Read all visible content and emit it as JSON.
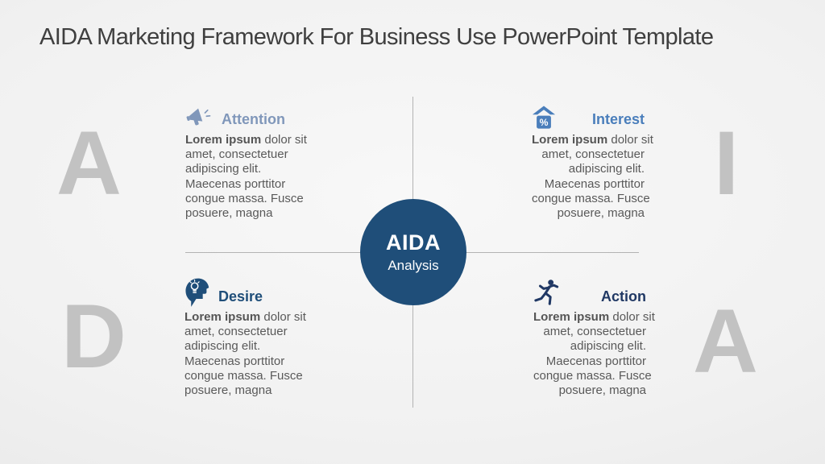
{
  "title": "AIDA Marketing Framework For Business Use PowerPoint Template",
  "background_letters": [
    {
      "letter": "A",
      "position": "top-left"
    },
    {
      "letter": "I",
      "position": "top-right"
    },
    {
      "letter": "D",
      "position": "bottom-left"
    },
    {
      "letter": "A",
      "position": "bottom-right"
    }
  ],
  "center": {
    "title": "AIDA",
    "subtitle": "Analysis"
  },
  "quadrants": [
    {
      "id": "attention",
      "label": "Attention",
      "icon": "megaphone-icon",
      "accent_color": "#8097BA",
      "body": {
        "lead_bold": "Lorem ipsum",
        "line1_rest": " dolor sit",
        "lines": [
          "amet, consectetuer",
          "adipiscing elit.",
          "Maecenas porttitor",
          "congue massa. Fusce",
          "posuere, magna"
        ]
      }
    },
    {
      "id": "interest",
      "label": "Interest",
      "icon": "house-percent-icon",
      "accent_color": "#4A7EBB",
      "body": {
        "lead_bold": "Lorem ipsum",
        "line1_rest": " dolor sit",
        "lines": [
          "amet, consectetuer",
          "adipiscing elit.",
          "Maecenas porttitor",
          "congue massa. Fusce",
          "posuere, magna"
        ]
      }
    },
    {
      "id": "desire",
      "label": "Desire",
      "icon": "head-lightbulb-icon",
      "accent_color": "#1F4E79",
      "body": {
        "lead_bold": "Lorem ipsum",
        "line1_rest": " dolor sit",
        "lines": [
          "amet, consectetuer",
          "adipiscing elit.",
          "Maecenas porttitor",
          "congue massa. Fusce",
          "posuere, magna"
        ]
      }
    },
    {
      "id": "action",
      "label": "Action",
      "icon": "running-person-icon",
      "accent_color": "#203864",
      "body": {
        "lead_bold": "Lorem ipsum",
        "line1_rest": " dolor sit",
        "lines": [
          "amet, consectetuer",
          "adipiscing elit.",
          "Maecenas porttitor",
          "congue massa. Fusce",
          "posuere, magna"
        ]
      }
    }
  ],
  "colors": {
    "center_circle": "#1F4E79",
    "title_text": "#3F3F3F",
    "body_text": "#595959",
    "background_letters": "#C2C2C2",
    "divider_lines": "#B3B3B3"
  }
}
